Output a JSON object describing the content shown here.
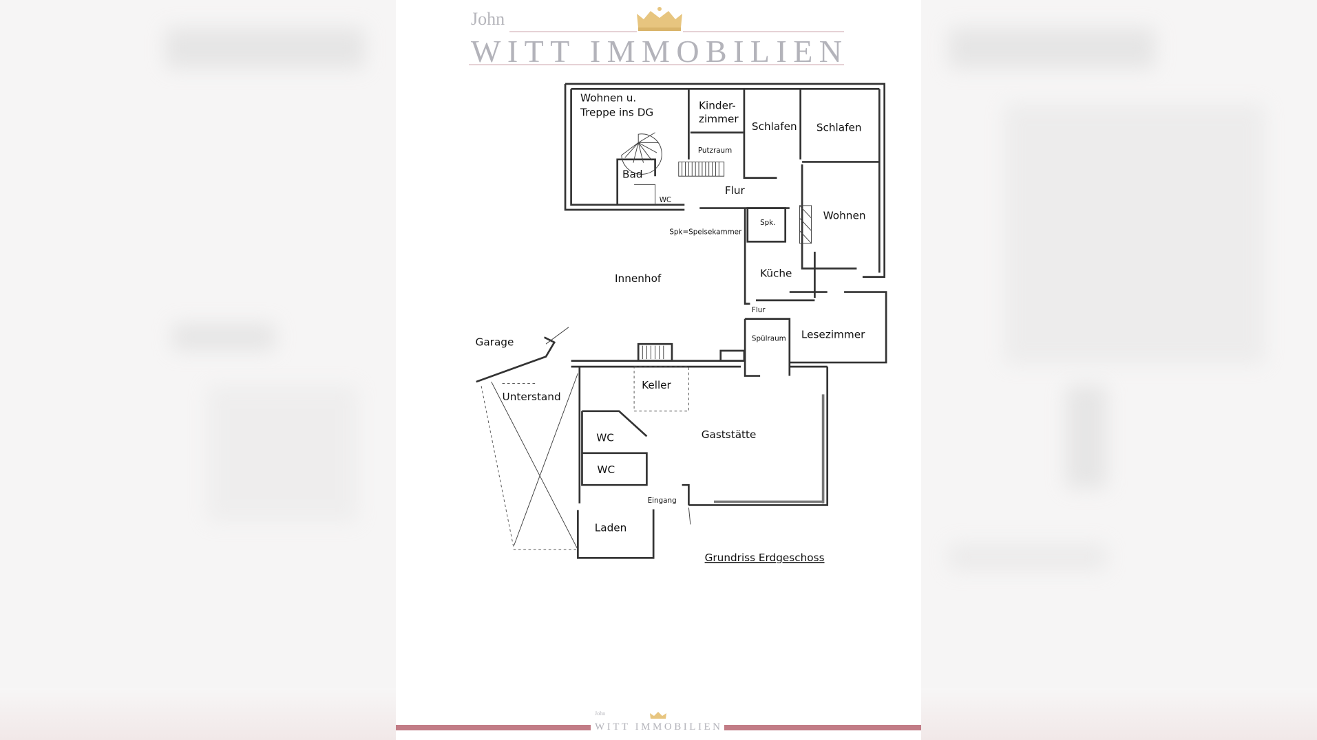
{
  "logo": {
    "john": "John",
    "name": "WITT IMMOBILIEN"
  },
  "rooms": [
    "Wohnen u.",
    "Treppe ins DG",
    "Kinder-",
    "zimmer",
    "Schlafen",
    "Schlafen",
    "Putzraum",
    "Bad",
    "WC",
    "Flur",
    "Wohnen",
    "Spk.",
    "Spk=Speisekammer",
    "Innenhof",
    "Küche",
    "Flur",
    "Spülraum",
    "Lesezimmer",
    "Garage",
    "Unterstand",
    "Keller",
    "WC",
    "Gaststätte",
    "WC",
    "Eingang",
    "Laden"
  ],
  "caption": "Grundriss Erdgeschoss",
  "footer_logo": {
    "john": "John",
    "name": "WITT IMMOBILIEN"
  },
  "colors": {
    "accent_bar": "#c27c86",
    "crown": "#e7c57f",
    "logo_text": "#b3b3ba"
  }
}
